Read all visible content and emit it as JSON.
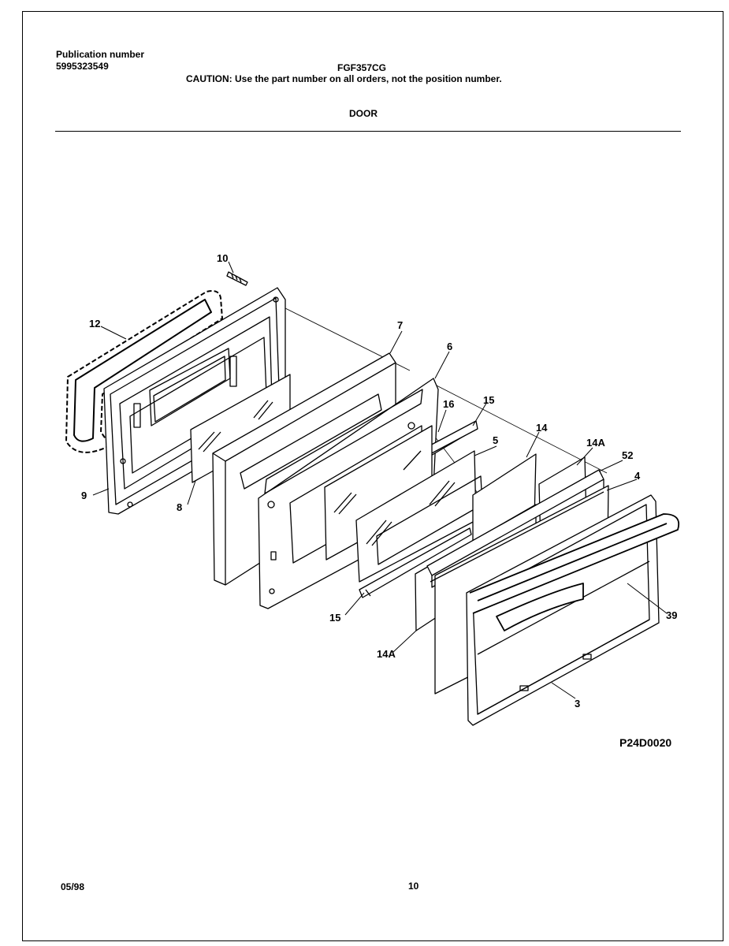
{
  "header": {
    "publication_label": "Publication number",
    "publication_number": "5995323549",
    "model": "FGF357CG",
    "caution": "CAUTION:  Use the part number on all orders, not the position number.",
    "section_title": "DOOR"
  },
  "callouts": {
    "c10": "10",
    "c12": "12",
    "c9": "9",
    "c8": "8",
    "c7": "7",
    "c6": "6",
    "c16": "16",
    "c15_top": "15",
    "c5": "5",
    "c14": "14",
    "c14a_top": "14A",
    "c52": "52",
    "c4": "4",
    "c39": "39",
    "c15_bottom": "15",
    "c14a_bottom": "14A",
    "c3": "3"
  },
  "diagram_code": "P24D0020",
  "footer": {
    "date": "05/98",
    "page_number": "10"
  }
}
